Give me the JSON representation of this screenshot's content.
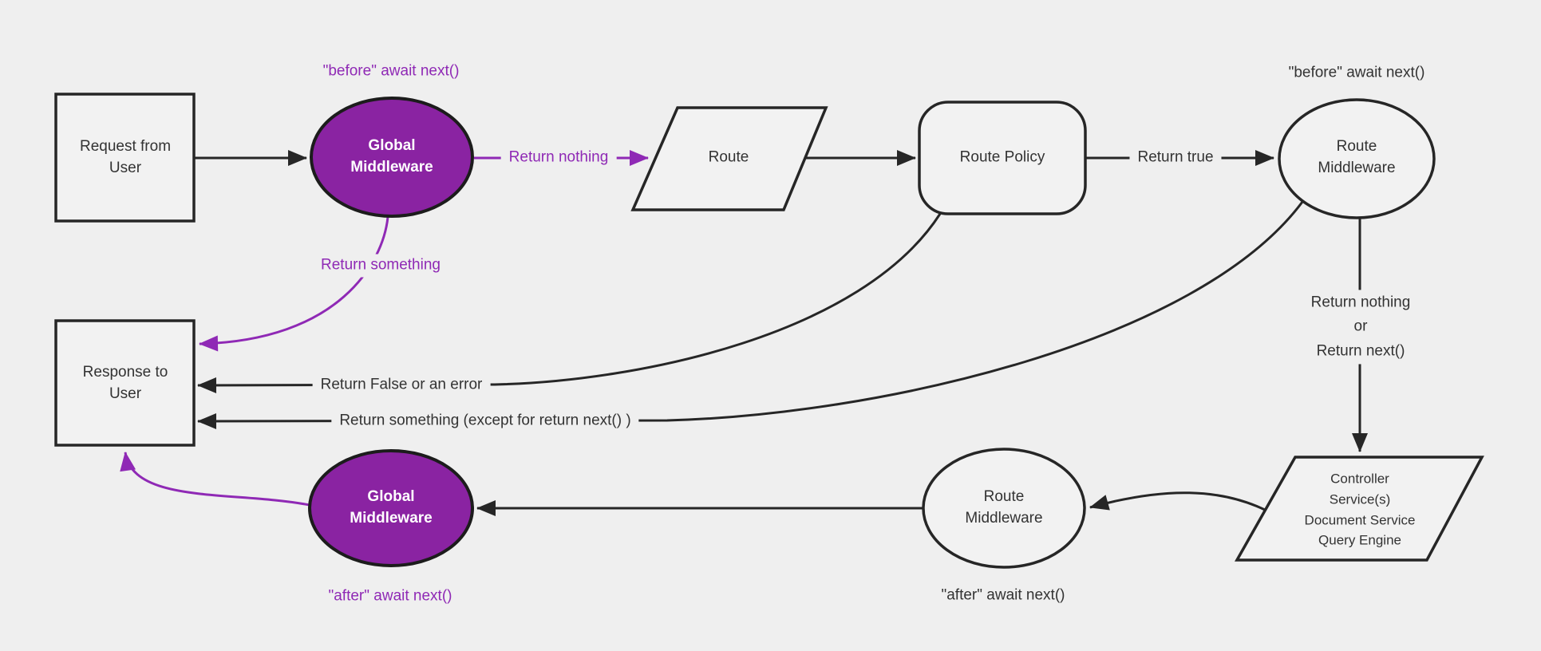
{
  "colors": {
    "bg": "#efefef",
    "node_fill": "#f2f2f2",
    "stroke": "#262626",
    "text": "#333333",
    "purple_fill": "#8a23a2",
    "purple_accent": "#8f29b5",
    "node_text_light": "#ffffff"
  },
  "nodes": {
    "request": {
      "label": "Request from\nUser"
    },
    "global_middleware_top": {
      "label": "Global\nMiddleware",
      "annotation": "\"before\" await next()"
    },
    "route": {
      "label": "Route"
    },
    "route_policy": {
      "label": "Route Policy"
    },
    "route_middleware_top": {
      "label": "Route\nMiddleware",
      "annotation": "\"before\" await next()"
    },
    "services": {
      "label": "Controller\nService(s)\nDocument Service\nQuery Engine"
    },
    "route_middleware_bottom": {
      "label": "Route\nMiddleware",
      "annotation": "\"after\" await next()"
    },
    "global_middleware_bottom": {
      "label": "Global\nMiddleware",
      "annotation": "\"after\" await next()"
    },
    "response": {
      "label": "Response to\nUser"
    }
  },
  "edges": {
    "return_nothing": {
      "label": "Return nothing"
    },
    "return_true": {
      "label": "Return true"
    },
    "return_nothing_or_next": {
      "label": "Return nothing\nor\nReturn next()"
    },
    "return_false": {
      "label": "Return False or an error"
    },
    "return_something_except": {
      "label": "Return something (except for return next() )"
    },
    "return_something": {
      "label": "Return something"
    }
  }
}
